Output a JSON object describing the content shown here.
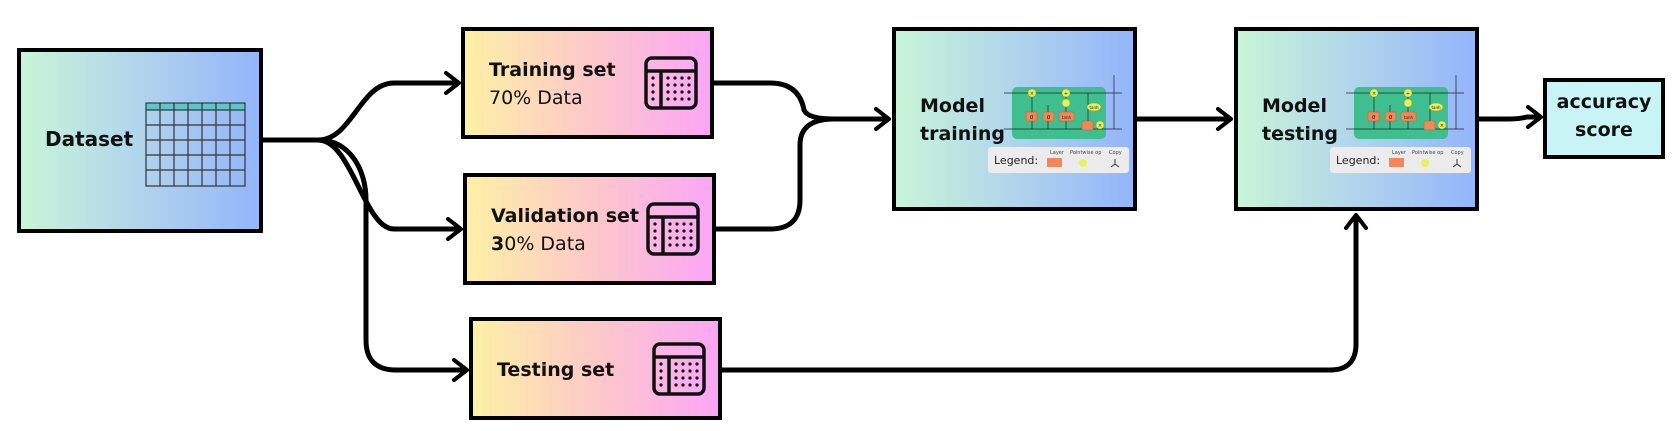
{
  "nodes": {
    "dataset": {
      "label": "Dataset"
    },
    "training_set": {
      "title": "Training set",
      "subtitle": "70% Data"
    },
    "validation_set": {
      "title": "Validation set",
      "subtitle_bold": "3",
      "subtitle_rest": "0% Data"
    },
    "testing_set": {
      "title": "Testing set"
    },
    "model_training": {
      "line1": "Model",
      "line2": "training"
    },
    "model_testing": {
      "line1": "Model",
      "line2": "testing"
    },
    "accuracy": {
      "line1": "accuracy",
      "line2": "score"
    }
  },
  "legend": {
    "label": "Legend:",
    "items": [
      "Layer",
      "Pointwise op",
      "Copy"
    ]
  },
  "network": {
    "ops": [
      "σ",
      "σ",
      "tanh",
      "tanh",
      "×",
      "+",
      "×"
    ]
  },
  "colors": {
    "stroke": "#000000",
    "gradient_green": "#c8f5d8",
    "gradient_blue": "#93b5fb",
    "gradient_yellow": "#fdf0a6",
    "gradient_pink": "#fba6f6",
    "accuracy_fill": "#c9f4f6",
    "table_header": "#5bc7c7",
    "network_fill": "#3fbf8f",
    "layer_color": "#f2875a",
    "pointwise_color": "#e9f25a"
  }
}
